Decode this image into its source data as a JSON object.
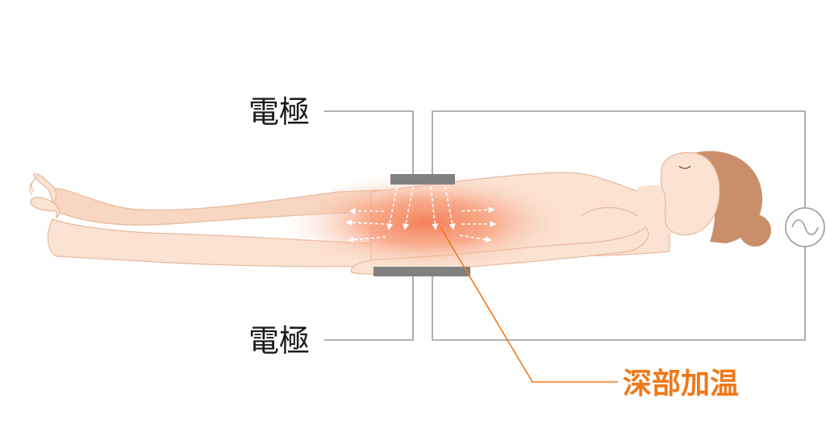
{
  "labels": {
    "electrode_top": "電極",
    "electrode_bottom": "電極",
    "deep_heating": "深部加温"
  },
  "colors": {
    "accent": "#f07818",
    "wire": "#9a9a9a",
    "electrode_plate": "#808080",
    "skin": "#fbe2d3",
    "skin_outline": "#e8b89e",
    "hair": "#c98f6b",
    "heat_core": "#f47a52",
    "text": "#1a1a1a"
  },
  "icons": {
    "ac_source": "ac-power-source-icon"
  }
}
